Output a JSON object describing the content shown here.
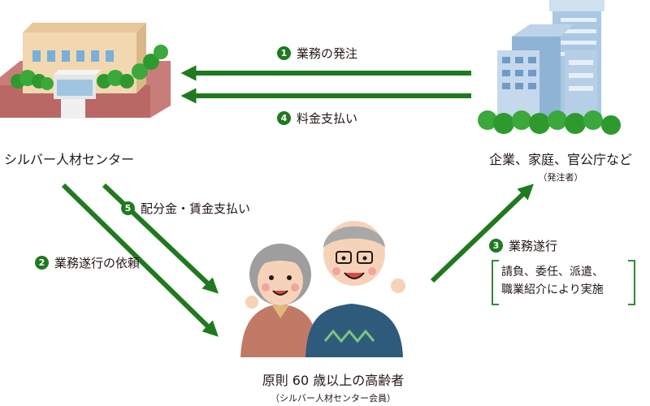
{
  "actors": {
    "center": "シルバー人材センター",
    "client": {
      "name": "企業、家庭、官公庁など",
      "sub": "（発注者）"
    },
    "members": {
      "name": "原則 60 歳以上の高齢者",
      "sub": "（シルバー人材センター会員）"
    }
  },
  "steps": [
    {
      "num": "1",
      "label": "業務の発注"
    },
    {
      "num": "2",
      "label": "業務遂行の依頼"
    },
    {
      "num": "3",
      "label": "業務遂行"
    },
    {
      "num": "4",
      "label": "料金支払い"
    },
    {
      "num": "5",
      "label": "配分金・賃金支払い"
    }
  ],
  "step3_details": [
    "請負、委任、派遣、",
    "職業紹介により実施"
  ],
  "colors": {
    "arrow": "#1f7a1f",
    "badge": "#1f7a1f"
  }
}
